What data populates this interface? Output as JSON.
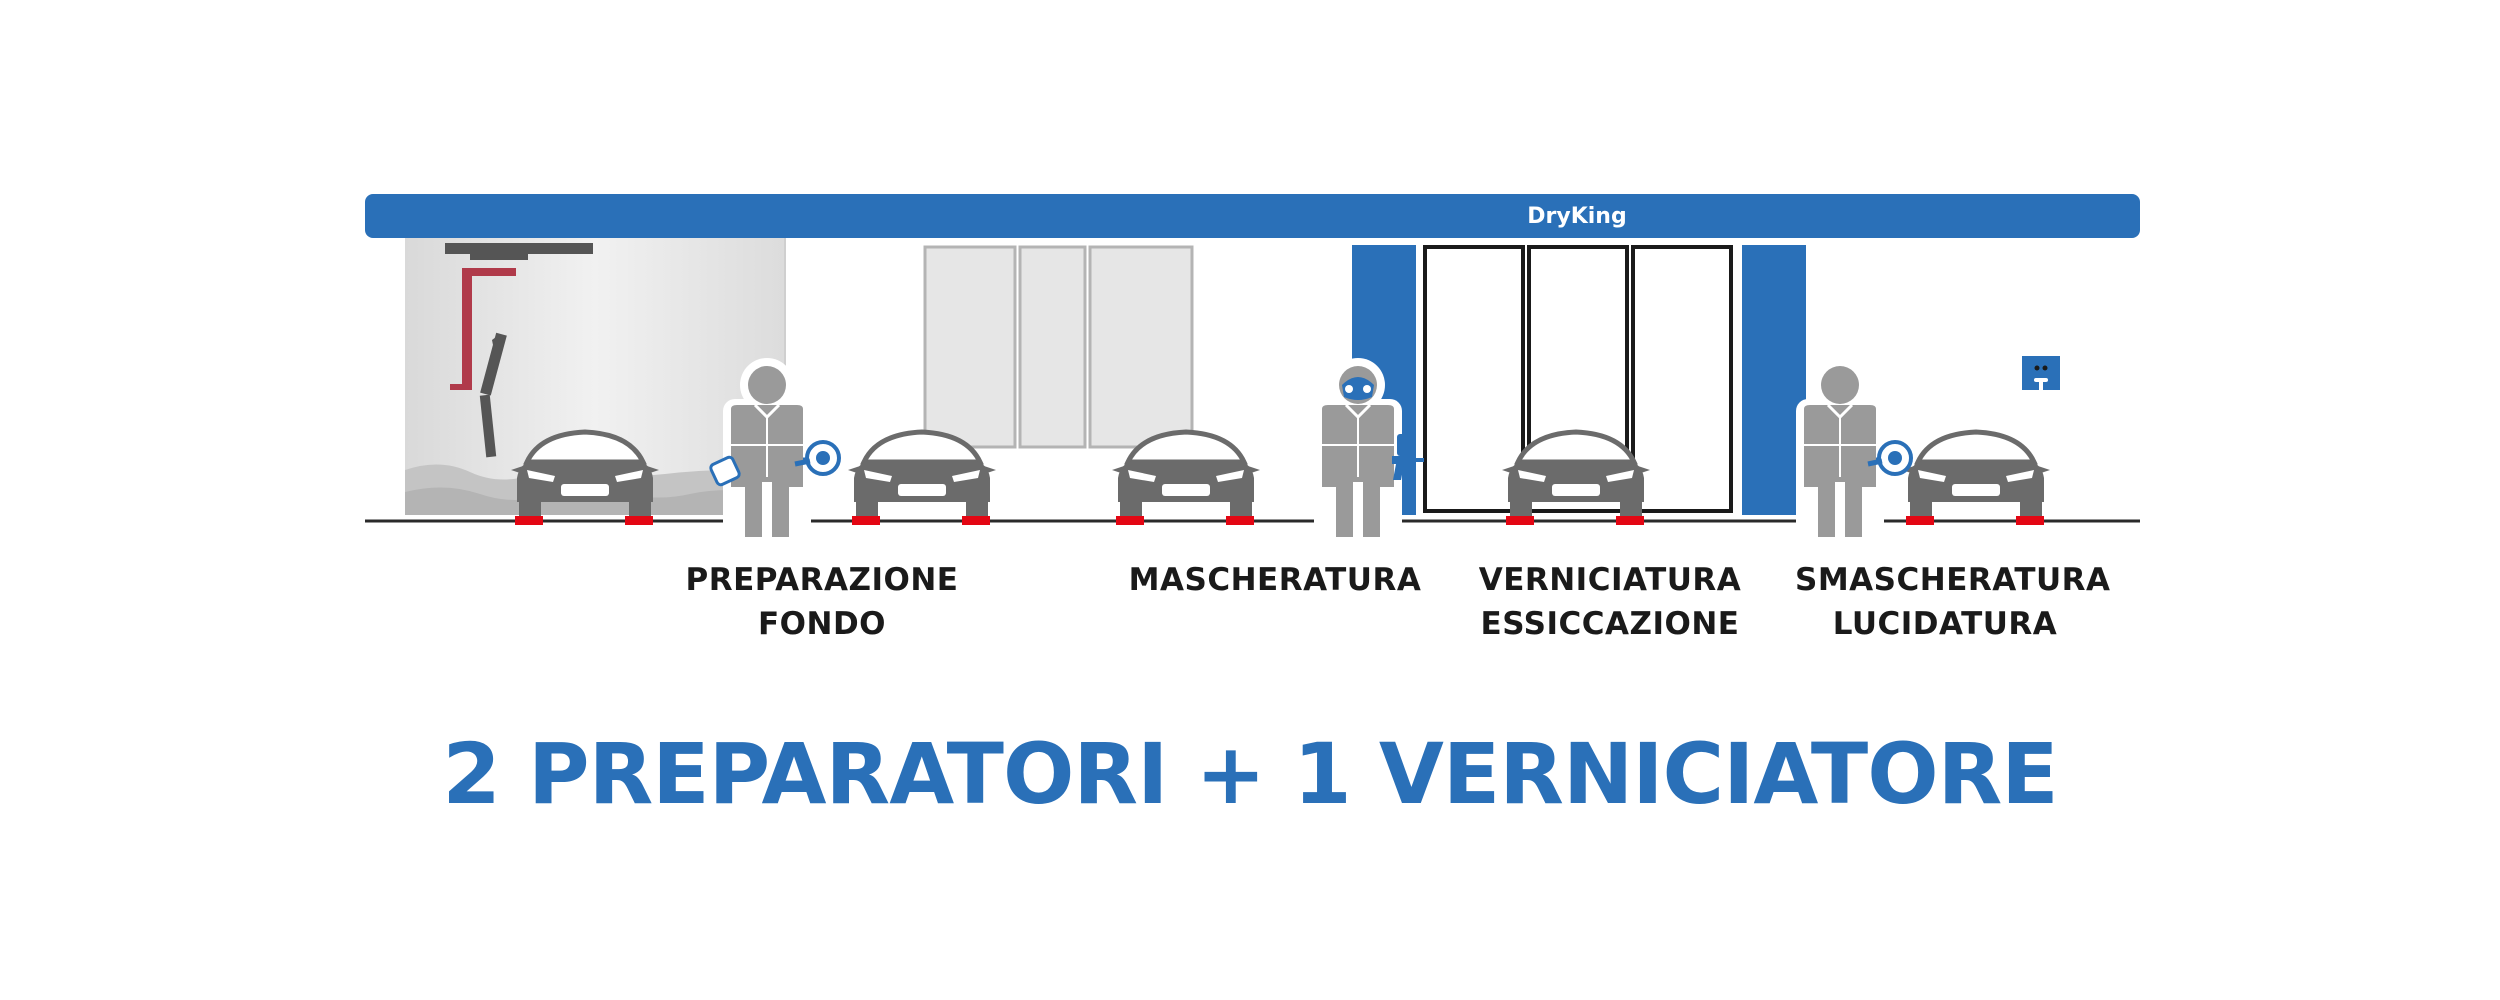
{
  "brand": {
    "name": "DryKing",
    "color": "#2a70b8"
  },
  "stations": [
    {
      "id": "prep",
      "lines": [
        "PREPARAZIONE",
        "FONDO"
      ]
    },
    {
      "id": "mask",
      "lines": [
        "MASCHERATURA"
      ]
    },
    {
      "id": "paint",
      "lines": [
        "VERNICIATURA",
        "ESSICCAZIONE"
      ]
    },
    {
      "id": "unmask",
      "lines": [
        "SMASCHERATURA",
        "LUCIDATURA"
      ]
    }
  ],
  "headline": "2 PREPARATORI + 1 VERNICIATORE",
  "colors": {
    "accent": "#2a70b8",
    "marker": "#e30613",
    "car": "#6b6b6b",
    "worker": "#9a9a9a",
    "extractor": "#b03a4a"
  },
  "icons": [
    "car-icon",
    "worker-icon",
    "sander-icon",
    "spray-gun-icon",
    "extractor-arm-icon",
    "wall-socket-icon"
  ]
}
